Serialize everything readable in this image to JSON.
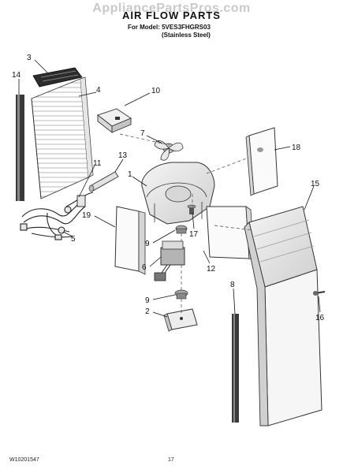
{
  "header": {
    "watermark": "AppliancePartsPros.com",
    "title": "AIR FLOW PARTS",
    "model_line": "For Model: 5VES3FHGRS03",
    "finish_line": "(Stainless Steel)"
  },
  "footer": {
    "document_code": "W10201547",
    "page_number": "17"
  },
  "callouts": [
    {
      "id": "c3",
      "label": "3"
    },
    {
      "id": "c14",
      "label": "14"
    },
    {
      "id": "c4",
      "label": "4"
    },
    {
      "id": "c10",
      "label": "10"
    },
    {
      "id": "c7",
      "label": "7"
    },
    {
      "id": "c18",
      "label": "18"
    },
    {
      "id": "c13",
      "label": "13"
    },
    {
      "id": "c11",
      "label": "11"
    },
    {
      "id": "c1",
      "label": "1"
    },
    {
      "id": "c15",
      "label": "15"
    },
    {
      "id": "c19",
      "label": "19"
    },
    {
      "id": "c17",
      "label": "17"
    },
    {
      "id": "c5",
      "label": "5"
    },
    {
      "id": "c9a",
      "label": "9"
    },
    {
      "id": "c6",
      "label": "6"
    },
    {
      "id": "c12",
      "label": "12"
    },
    {
      "id": "c8",
      "label": "8"
    },
    {
      "id": "c9b",
      "label": "9"
    },
    {
      "id": "c2",
      "label": "2"
    },
    {
      "id": "c16",
      "label": "16"
    }
  ]
}
